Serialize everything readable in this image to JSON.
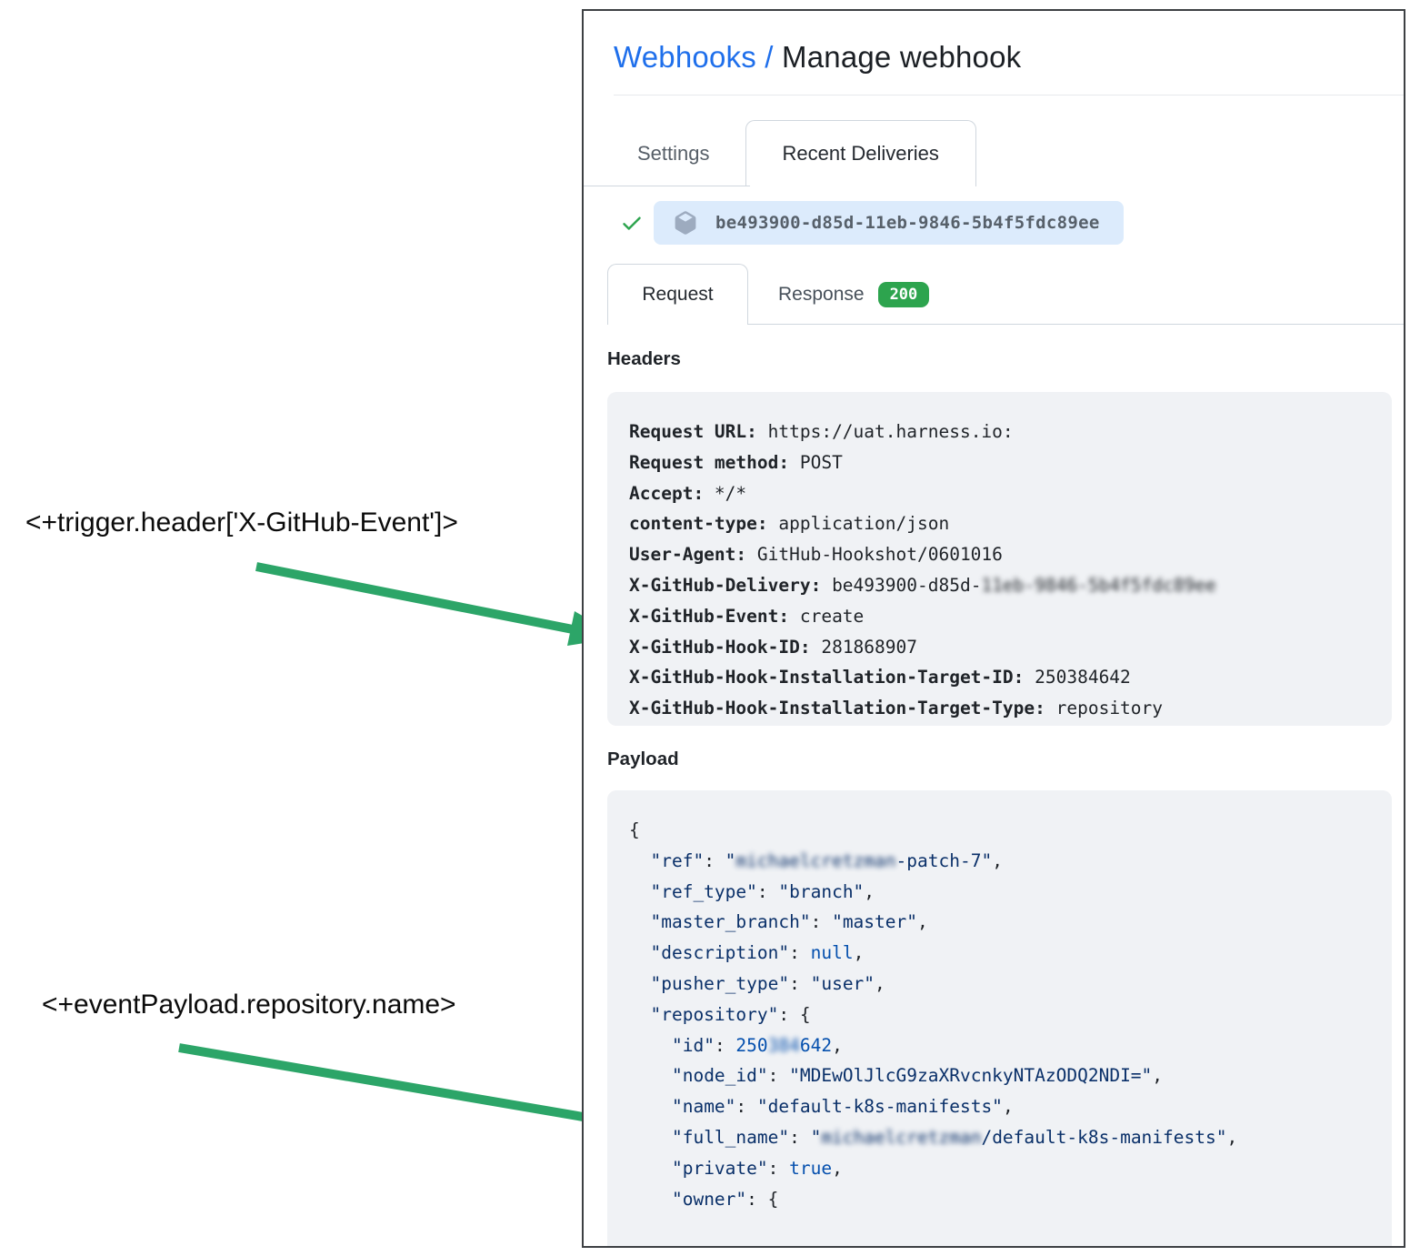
{
  "page": {
    "breadcrumb_link": "Webhooks /",
    "title": "Manage webhook"
  },
  "tabs_primary": [
    {
      "label": "Settings",
      "active": false
    },
    {
      "label": "Recent Deliveries",
      "active": true
    }
  ],
  "delivery": {
    "status": "success",
    "id": "be493900-d85d-11eb-9846-5b4f5fdc89ee"
  },
  "tabs_secondary": {
    "request_label": "Request",
    "response_label": "Response",
    "response_status": "200"
  },
  "headers_section": {
    "heading": "Headers",
    "entries": [
      {
        "key": "Request URL:",
        "value": "https://uat.harness.io:"
      },
      {
        "key": "Request method:",
        "value": "POST"
      },
      {
        "key": "Accept:",
        "value": "*/*"
      },
      {
        "key": "content-type:",
        "value": "application/json"
      },
      {
        "key": "User-Agent:",
        "value": "GitHub-Hookshot/0601016"
      },
      {
        "key": "X-GitHub-Delivery:",
        "value": "be493900-d85d-",
        "value_redacted": "11eb-9846-5b4f5fdc89ee"
      },
      {
        "key": "X-GitHub-Event:",
        "value": "create"
      },
      {
        "key": "X-GitHub-Hook-ID:",
        "value": "281868907"
      },
      {
        "key": "X-GitHub-Hook-Installation-Target-ID:",
        "value": "250384642"
      },
      {
        "key": "X-GitHub-Hook-Installation-Target-Type:",
        "value": "repository"
      }
    ]
  },
  "payload_section": {
    "heading": "Payload",
    "lines": [
      [
        {
          "t": "{",
          "c": "p"
        }
      ],
      [
        {
          "t": "  ",
          "c": "p"
        },
        {
          "t": "\"ref\"",
          "c": "s"
        },
        {
          "t": ": ",
          "c": "p"
        },
        {
          "t": "\"",
          "c": "s"
        },
        {
          "t": "michaelcretzman",
          "c": "sb"
        },
        {
          "t": "-patch-7\"",
          "c": "s"
        },
        {
          "t": ",",
          "c": "p"
        }
      ],
      [
        {
          "t": "  ",
          "c": "p"
        },
        {
          "t": "\"ref_type\"",
          "c": "s"
        },
        {
          "t": ": ",
          "c": "p"
        },
        {
          "t": "\"branch\"",
          "c": "s"
        },
        {
          "t": ",",
          "c": "p"
        }
      ],
      [
        {
          "t": "  ",
          "c": "p"
        },
        {
          "t": "\"master_branch\"",
          "c": "s"
        },
        {
          "t": ": ",
          "c": "p"
        },
        {
          "t": "\"master\"",
          "c": "s"
        },
        {
          "t": ",",
          "c": "p"
        }
      ],
      [
        {
          "t": "  ",
          "c": "p"
        },
        {
          "t": "\"description\"",
          "c": "s"
        },
        {
          "t": ": ",
          "c": "p"
        },
        {
          "t": "null",
          "c": "n"
        },
        {
          "t": ",",
          "c": "p"
        }
      ],
      [
        {
          "t": "  ",
          "c": "p"
        },
        {
          "t": "\"pusher_type\"",
          "c": "s"
        },
        {
          "t": ": ",
          "c": "p"
        },
        {
          "t": "\"user\"",
          "c": "s"
        },
        {
          "t": ",",
          "c": "p"
        }
      ],
      [
        {
          "t": "  ",
          "c": "p"
        },
        {
          "t": "\"repository\"",
          "c": "s"
        },
        {
          "t": ": {",
          "c": "p"
        }
      ],
      [
        {
          "t": "    ",
          "c": "p"
        },
        {
          "t": "\"id\"",
          "c": "s"
        },
        {
          "t": ": ",
          "c": "p"
        },
        {
          "t": "250",
          "c": "n"
        },
        {
          "t": "384",
          "c": "nb"
        },
        {
          "t": "642",
          "c": "n"
        },
        {
          "t": ",",
          "c": "p"
        }
      ],
      [
        {
          "t": "    ",
          "c": "p"
        },
        {
          "t": "\"node_id\"",
          "c": "s"
        },
        {
          "t": ": ",
          "c": "p"
        },
        {
          "t": "\"MDEwOlJlcG9zaXRvcnkyNTAzODQ2NDI=\"",
          "c": "s"
        },
        {
          "t": ",",
          "c": "p"
        }
      ],
      [
        {
          "t": "    ",
          "c": "p"
        },
        {
          "t": "\"name\"",
          "c": "s"
        },
        {
          "t": ": ",
          "c": "p"
        },
        {
          "t": "\"default-k8s-manifests\"",
          "c": "s"
        },
        {
          "t": ",",
          "c": "p"
        }
      ],
      [
        {
          "t": "    ",
          "c": "p"
        },
        {
          "t": "\"full_name\"",
          "c": "s"
        },
        {
          "t": ": ",
          "c": "p"
        },
        {
          "t": "\"",
          "c": "s"
        },
        {
          "t": "michaelcretzman",
          "c": "sb"
        },
        {
          "t": "/default-k8s-manifests\"",
          "c": "s"
        },
        {
          "t": ",",
          "c": "p"
        }
      ],
      [
        {
          "t": "    ",
          "c": "p"
        },
        {
          "t": "\"private\"",
          "c": "s"
        },
        {
          "t": ": ",
          "c": "p"
        },
        {
          "t": "true",
          "c": "n"
        },
        {
          "t": ",",
          "c": "p"
        }
      ],
      [
        {
          "t": "    ",
          "c": "p"
        },
        {
          "t": "\"owner\"",
          "c": "s"
        },
        {
          "t": ": {",
          "c": "p"
        }
      ]
    ]
  },
  "annotations": [
    {
      "text": "<+trigger.header['X-GitHub-Event']>",
      "points_to": "X-GitHub-Event header line"
    },
    {
      "text": "<+eventPayload.repository.name>",
      "points_to": "payload name field line"
    }
  ],
  "colors": {
    "link_blue": "#1f6feb",
    "success_green": "#2da44e",
    "arrow_green": "#2ca568",
    "pill_background": "#dcebfc",
    "code_background": "#f0f2f5",
    "json_string": "#0a3069",
    "json_constant": "#0550ae",
    "panel_border": "#3d4043"
  }
}
